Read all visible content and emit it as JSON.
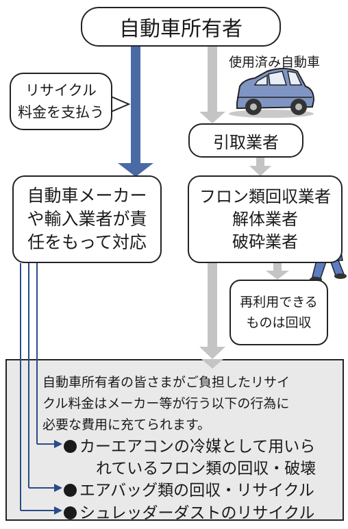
{
  "owner": "自動車所有者",
  "fee_bubble": [
    "リサイクル",
    "料金を支払う"
  ],
  "car_label": "使用済み自動車",
  "collector": "引取業者",
  "maker": [
    "自動車メーカー",
    "や輸入業者が責",
    "任をもって対応"
  ],
  "processors": [
    "フロン類回収業者",
    "解体業者",
    "破砕業者"
  ],
  "reuse": [
    "再利用できる",
    "ものは回収"
  ],
  "intro_text": [
    "自動車所有者の皆さまがご負担したリサイ",
    "クル料金はメーカー等が行う以下の行為に",
    "必要な費用に充てられます。"
  ],
  "uses": [
    {
      "lines": [
        "カーエアコンの冷媒として用いら",
        "れているフロン類の回収・破壊"
      ]
    },
    {
      "lines": [
        "エアバッグ類の回収・リサイクル"
      ]
    },
    {
      "lines": [
        "シュレッダーダストのリサイクル"
      ]
    }
  ],
  "colors": {
    "flow_blue": "#4a6aa6",
    "flow_gray": "#c4c4c4",
    "panel": "#e9e9e9",
    "car": "#7f95c4"
  }
}
